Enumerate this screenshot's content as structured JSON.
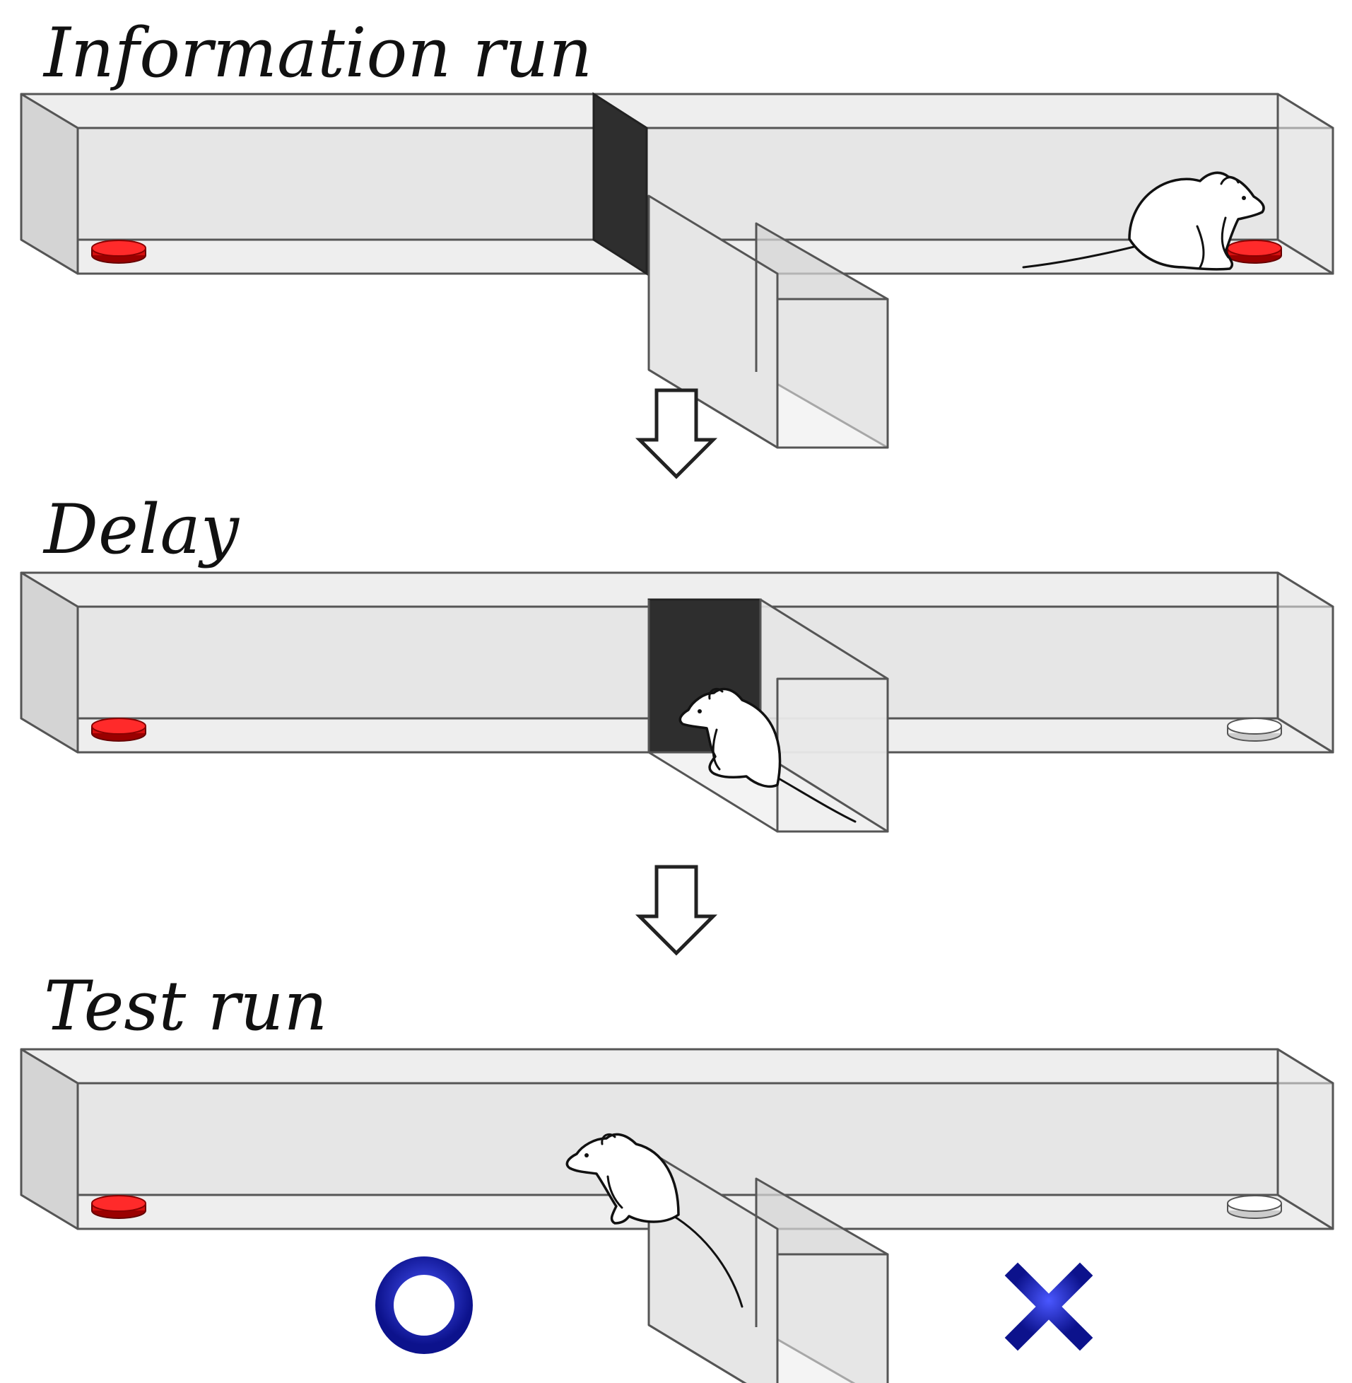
{
  "stages": [
    {
      "title": "Information run"
    },
    {
      "title": "Delay"
    },
    {
      "title": "Test run"
    }
  ],
  "colors": {
    "reward_pellet": "#dd1111",
    "empty_pellet": "#ffffff",
    "door": "#2e2e2e",
    "mark": "#1a22b8"
  },
  "result_marks": [
    {
      "icon": "circle-correct-icon"
    },
    {
      "icon": "cross-incorrect-icon"
    }
  ]
}
